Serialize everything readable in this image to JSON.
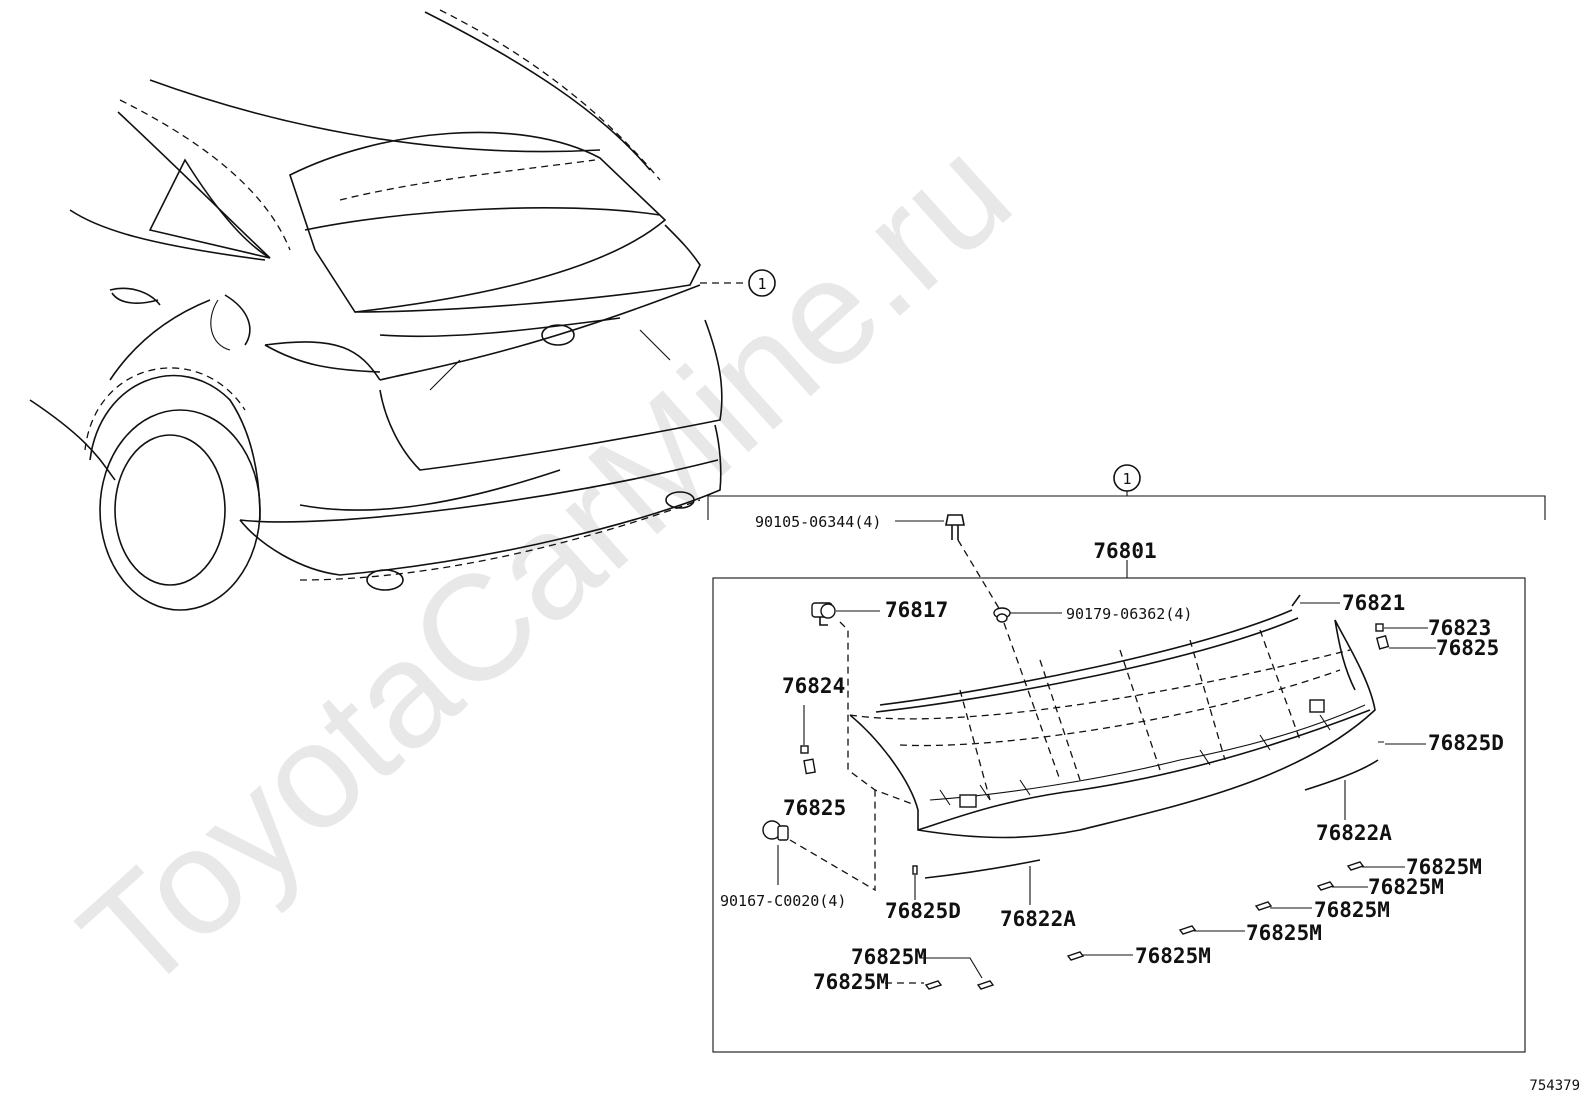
{
  "watermark": "ToyotaCarMine.ru",
  "diagram_ref": "754379",
  "callout_symbol": "1",
  "labels": {
    "p76801": "76801",
    "p90105": "90105-06344(4)",
    "p76817": "76817",
    "p90179": "90179-06362(4)",
    "p76821": "76821",
    "p76823": "76823",
    "p76825_right": "76825",
    "p76824": "76824",
    "p76825_left": "76825",
    "p76825D_right": "76825D",
    "p76822A_right": "76822A",
    "p90167": "90167-C0020(4)",
    "p76825D_left": "76825D",
    "p76822A_left": "76822A",
    "m1": "76825M",
    "m2": "76825M",
    "m3": "76825M",
    "m4": "76825M",
    "m5": "76825M",
    "m6": "76825M",
    "m7": "76825M"
  }
}
